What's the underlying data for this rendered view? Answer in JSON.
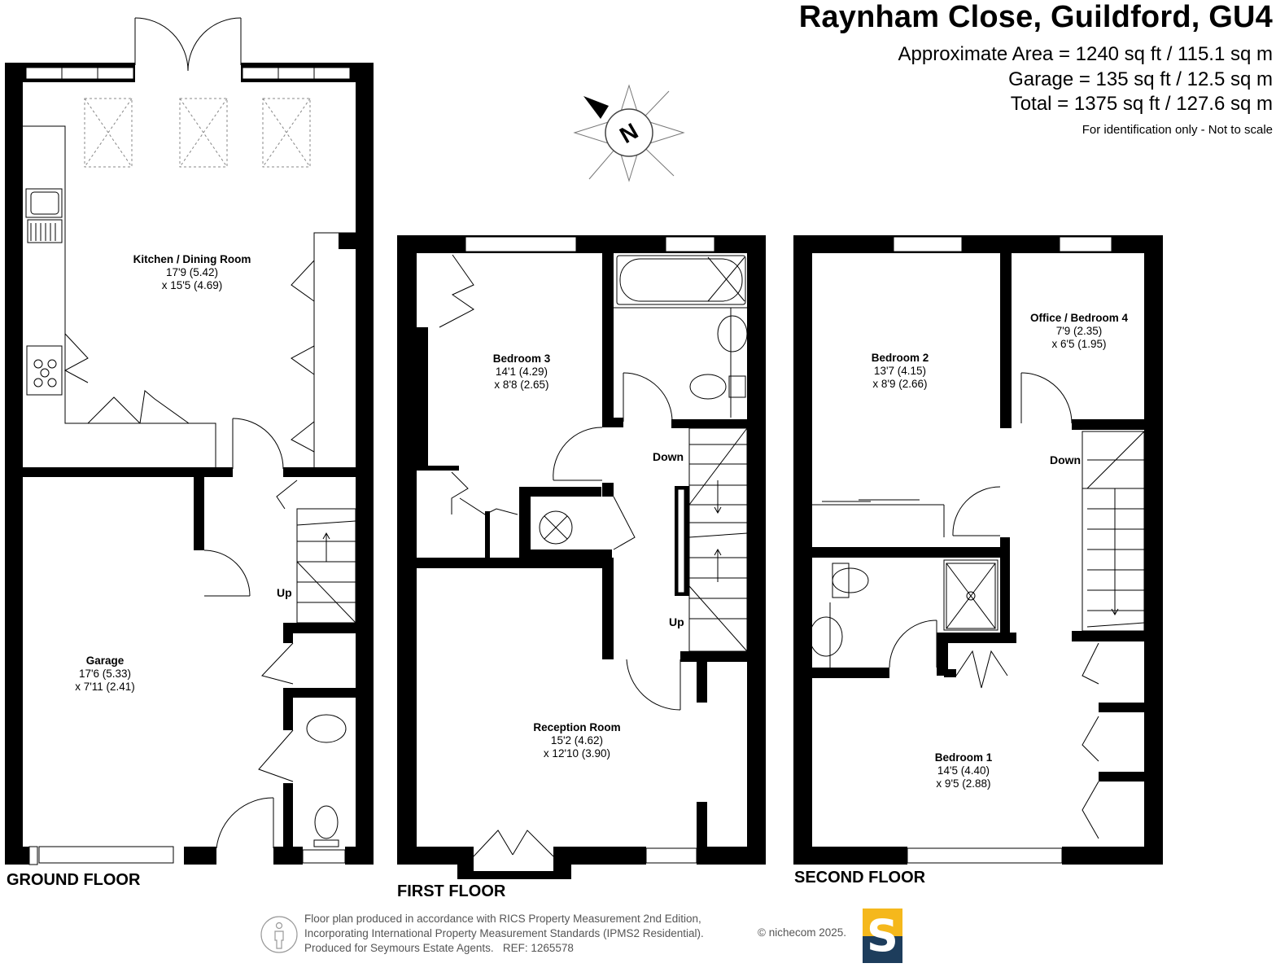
{
  "header": {
    "title": "Raynham Close, Guildford, GU4",
    "area_lines": [
      "Approximate Area = 1240 sq ft / 115.1 sq m",
      "Garage = 135 sq ft / 12.5 sq m",
      "Total = 1375 sq ft / 127.6 sq m"
    ],
    "note": "For identification only - Not to scale"
  },
  "compass": {
    "letter": "N"
  },
  "floors": {
    "ground": {
      "label": "GROUND FLOOR",
      "rooms": [
        {
          "name": "Kitchen / Dining Room",
          "dim1": "17'9 (5.42)",
          "dim2": "x 15'5 (4.69)"
        },
        {
          "name": "Garage",
          "dim1": "17'6 (5.33)",
          "dim2": "x 7'11 (2.41)"
        }
      ],
      "stairs": [
        "Up"
      ]
    },
    "first": {
      "label": "FIRST FLOOR",
      "rooms": [
        {
          "name": "Bedroom 3",
          "dim1": "14'1 (4.29)",
          "dim2": "x 8'8 (2.65)"
        },
        {
          "name": "Reception Room",
          "dim1": "15'2 (4.62)",
          "dim2": "x 12'10 (3.90)"
        }
      ],
      "stairs": [
        "Down",
        "Up"
      ]
    },
    "second": {
      "label": "SECOND FLOOR",
      "rooms": [
        {
          "name": "Bedroom 2",
          "dim1": "13'7 (4.15)",
          "dim2": "x 8'9 (2.66)"
        },
        {
          "name": "Office / Bedroom 4",
          "dim1": "7'9 (2.35)",
          "dim2": "x 6'5 (1.95)"
        },
        {
          "name": "Bedroom 1",
          "dim1": "14'5 (4.40)",
          "dim2": "x 9'5 (2.88)"
        }
      ],
      "stairs": [
        "Down"
      ]
    }
  },
  "footer": {
    "lines": [
      "Floor plan produced in accordance with RICS Property Measurement 2nd Edition,",
      "Incorporating International Property Measurement Standards (IPMS2 Residential).",
      "Produced for Seymours Estate Agents.   REF: 1265578"
    ],
    "copyright": "© nichecom 2025.",
    "logo_letter": "S",
    "logo_colors": {
      "top": "#f5b81c",
      "bottom": "#1d3d5c"
    }
  }
}
